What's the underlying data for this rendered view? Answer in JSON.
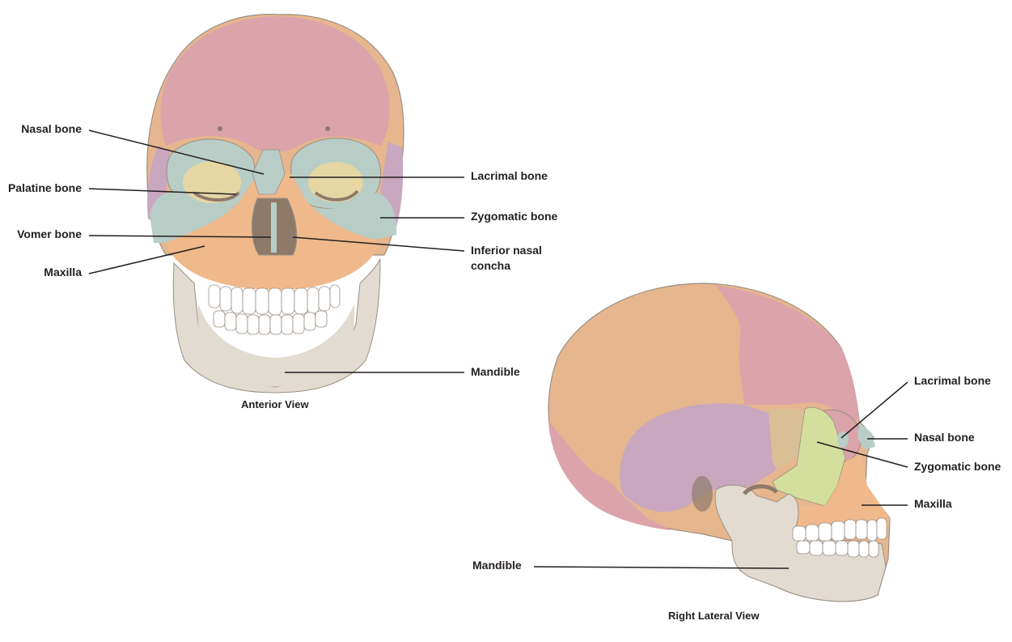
{
  "anterior": {
    "caption": "Anterior View",
    "labels": {
      "nasal": "Nasal bone",
      "palatine": "Palatine bone",
      "vomer": "Vomer bone",
      "maxilla": "Maxilla",
      "lacrimal": "Lacrimal bone",
      "zygomatic": "Zygomatic bone",
      "inferior_concha_1": "Inferior nasal",
      "inferior_concha_2": "concha",
      "mandible": "Mandible"
    }
  },
  "lateral": {
    "caption": "Right Lateral View",
    "labels": {
      "lacrimal": "Lacrimal bone",
      "nasal": "Nasal bone",
      "zygomatic": "Zygomatic bone",
      "maxilla": "Maxilla",
      "mandible": "Mandible"
    }
  },
  "colors": {
    "frontal_parietal": "#dba4aa",
    "temporal_parietal": "#e6b68e",
    "sphenoid": "#c8a7bf",
    "zygomatic_anterior": "#b8cdc6",
    "zygomatic_lateral": "#d4df9d",
    "maxilla": "#efb98b",
    "mandible": "#e2dcd0",
    "orbit_deep": "#e6d6a4",
    "nasal_cavity": "#8f7a6a",
    "teeth": "#ffffff",
    "outline": "#9a8f84",
    "leader": "#231f20"
  }
}
